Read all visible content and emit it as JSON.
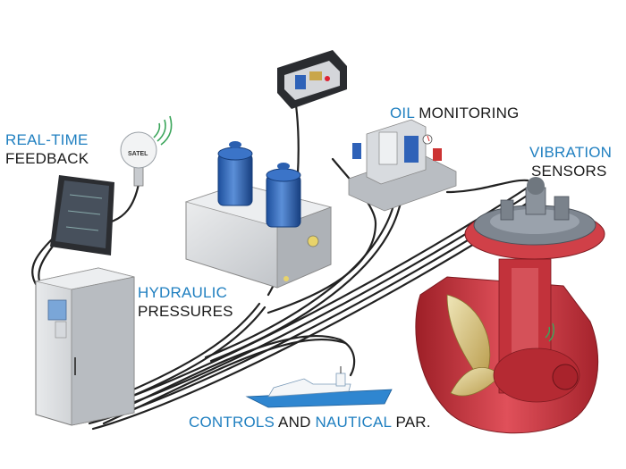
{
  "labels": {
    "realtime": {
      "line1": "REAL-TIME",
      "line2": "FEEDBACK"
    },
    "oil": {
      "word1": "OIL",
      "word2": " MONITORING"
    },
    "vibration": {
      "line1": "VIBRATION",
      "line2": "SENSORS"
    },
    "hydraulic": {
      "line1": "HYDRAULIC",
      "line2": "PRESSURES"
    },
    "controls": {
      "word1": "CONTROLS",
      "word2": " AND ",
      "word3": "NAUTICAL",
      "word4": " PAR."
    }
  },
  "antenna_text": "SATEL",
  "colors": {
    "accent_blue": "#1f7fc0",
    "text_dark": "#1a1a1a",
    "motor_blue": "#2a5fb0",
    "thruster_red": "#c8343a",
    "cabinet_grey": "#c9ccd0"
  },
  "icons": {
    "signal": "wifi-signal-icon"
  }
}
